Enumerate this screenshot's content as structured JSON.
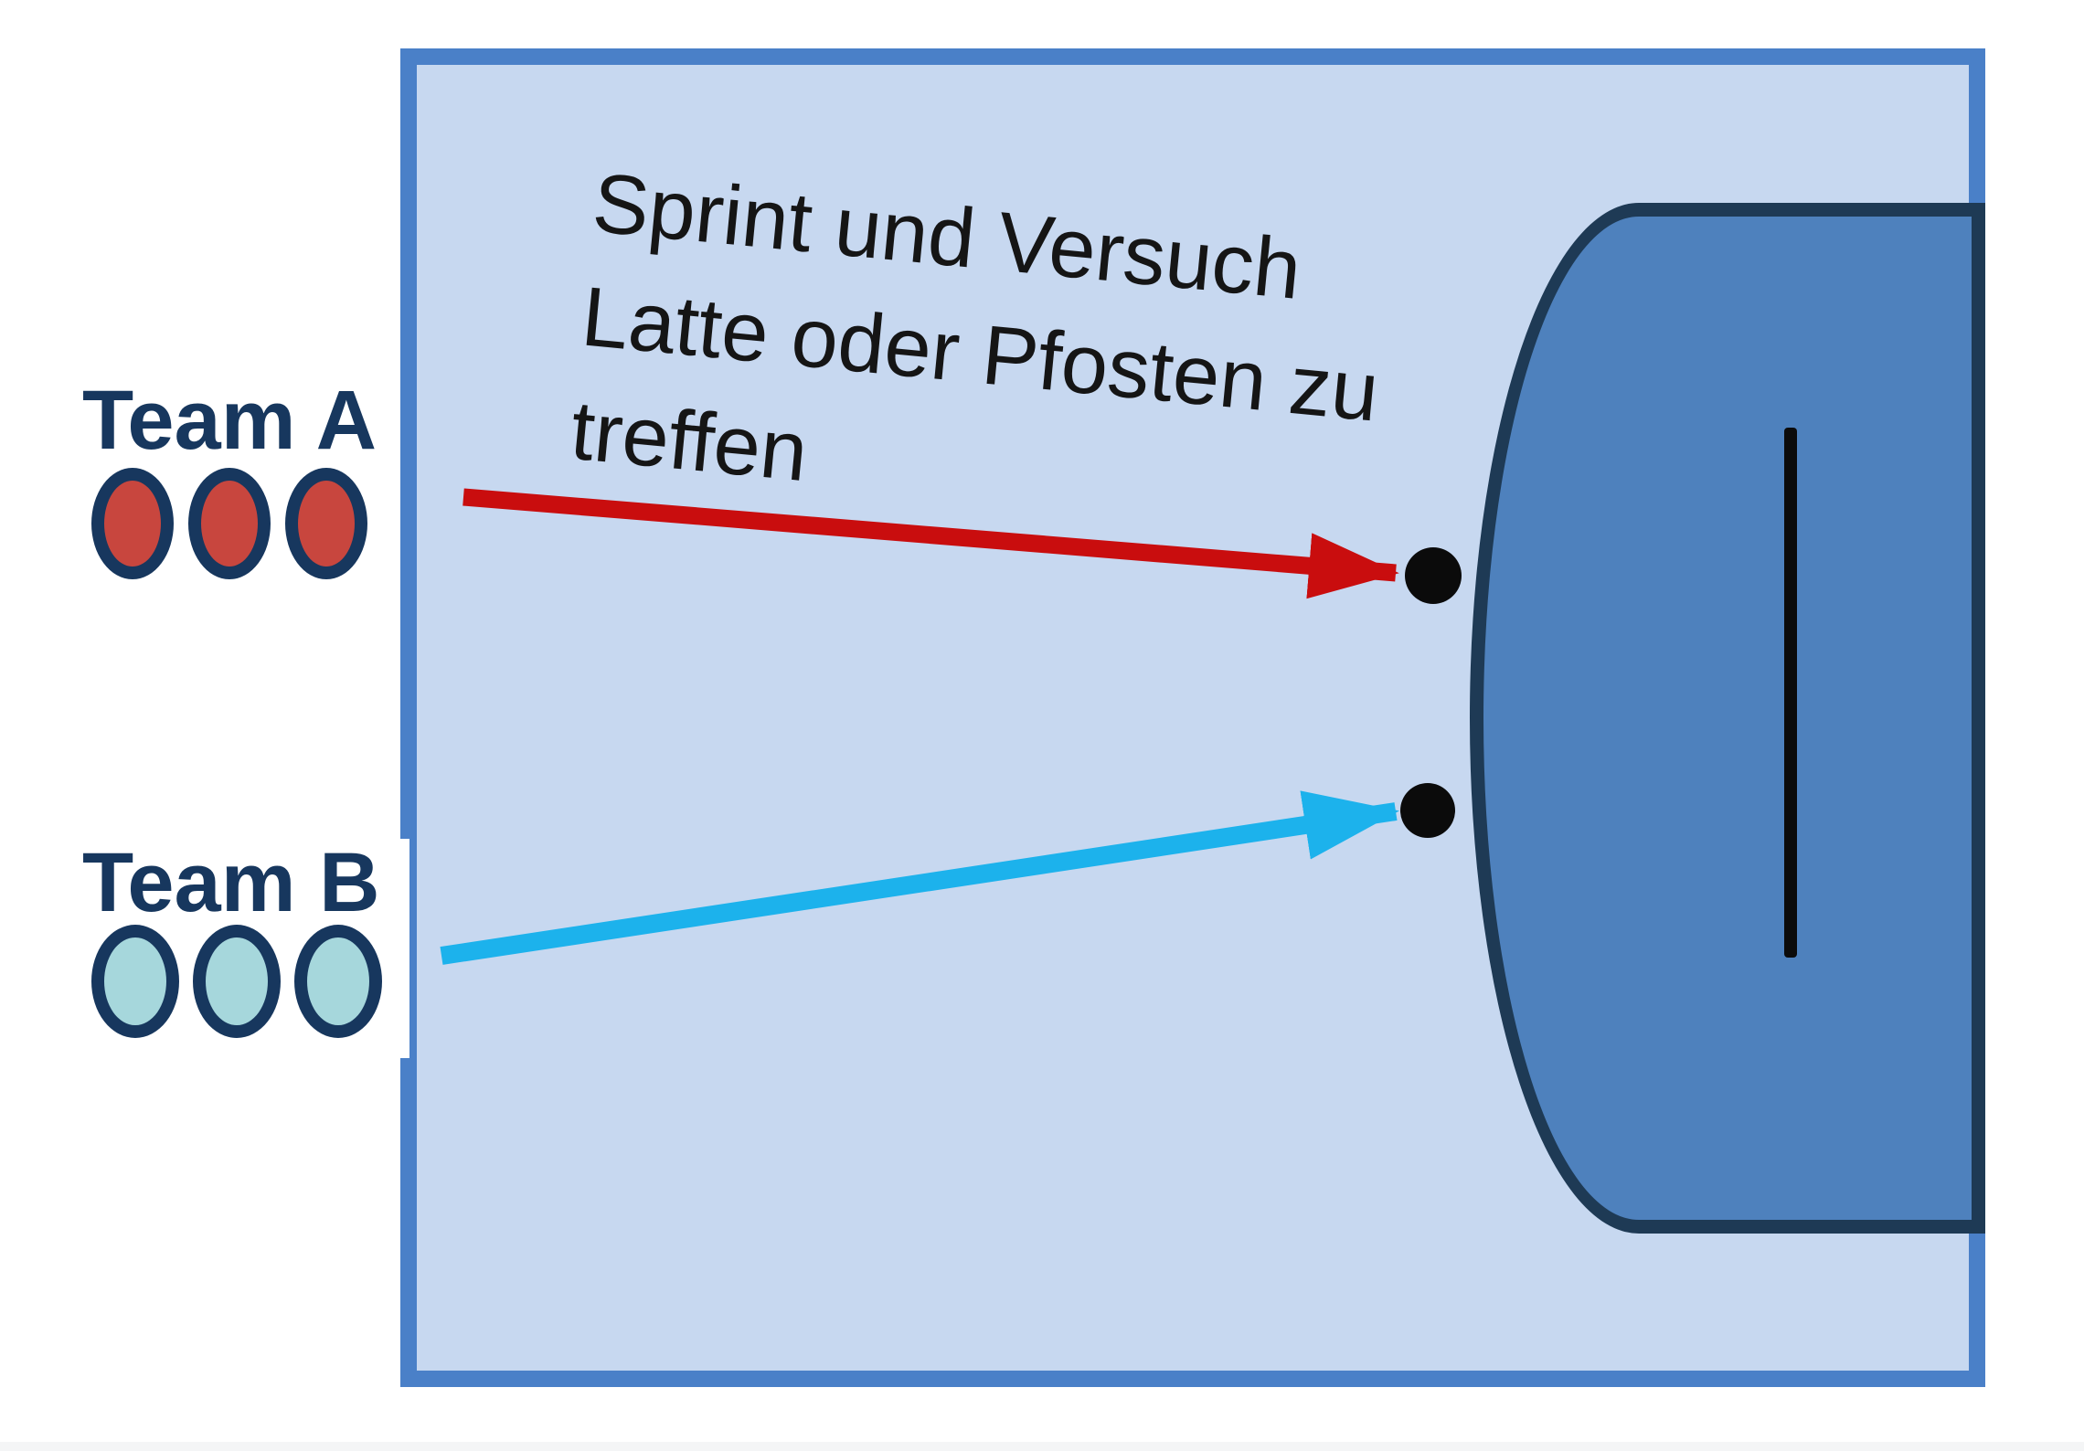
{
  "diagram": {
    "instruction": {
      "line1": "Sprint und Versuch",
      "line2": "Latte oder Pfosten zu",
      "line3": "treffen"
    },
    "teams": [
      {
        "label": "Team A",
        "players": 3,
        "player_fill": "#c8463e"
      },
      {
        "label": "Team B",
        "players": 3,
        "player_fill": "#a6d7dc"
      }
    ],
    "colors": {
      "field_fill": "#c7d8f0",
      "field_border": "#4a80c8",
      "goal_fill": "#4e81bd",
      "goal_border": "#1e3a55",
      "goal_line": "#0b0b0b",
      "target_dot": "#0b0b0b",
      "team_label_text": "#17375e",
      "player_border": "#17375e",
      "team_a_arrow": "#c90d0e",
      "team_b_arrow": "#1cb2ec",
      "instruction_text": "#151515"
    }
  }
}
